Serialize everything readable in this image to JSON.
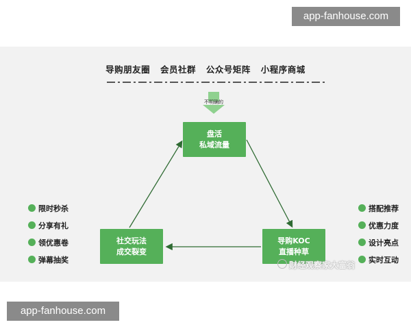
{
  "watermark_top": "app-fanhouse.com",
  "watermark_bottom": "app-fanhouse.com",
  "channels": [
    "导购朋友圈",
    "会员社群",
    "公众号矩阵",
    "小程序商城"
  ],
  "input_label": "不明确的",
  "nodes": {
    "top": {
      "line1": "盘活",
      "line2": "私域流量"
    },
    "left": {
      "line1": "社交玩法",
      "line2": "成交裂变"
    },
    "right": {
      "line1": "导购KOC",
      "line2": "直播种草"
    }
  },
  "left_list": [
    "限时秒杀",
    "分享有礼",
    "领优惠卷",
    "弹幕抽奖"
  ],
  "right_list": [
    "搭配推荐",
    "优惠力度",
    "设计亮点",
    "实时互动"
  ],
  "credit": "财经观察家大富翁",
  "colors": {
    "accent": "#55b059",
    "arrow": "#2f6b33",
    "input_arrow": "#8fd18f"
  }
}
